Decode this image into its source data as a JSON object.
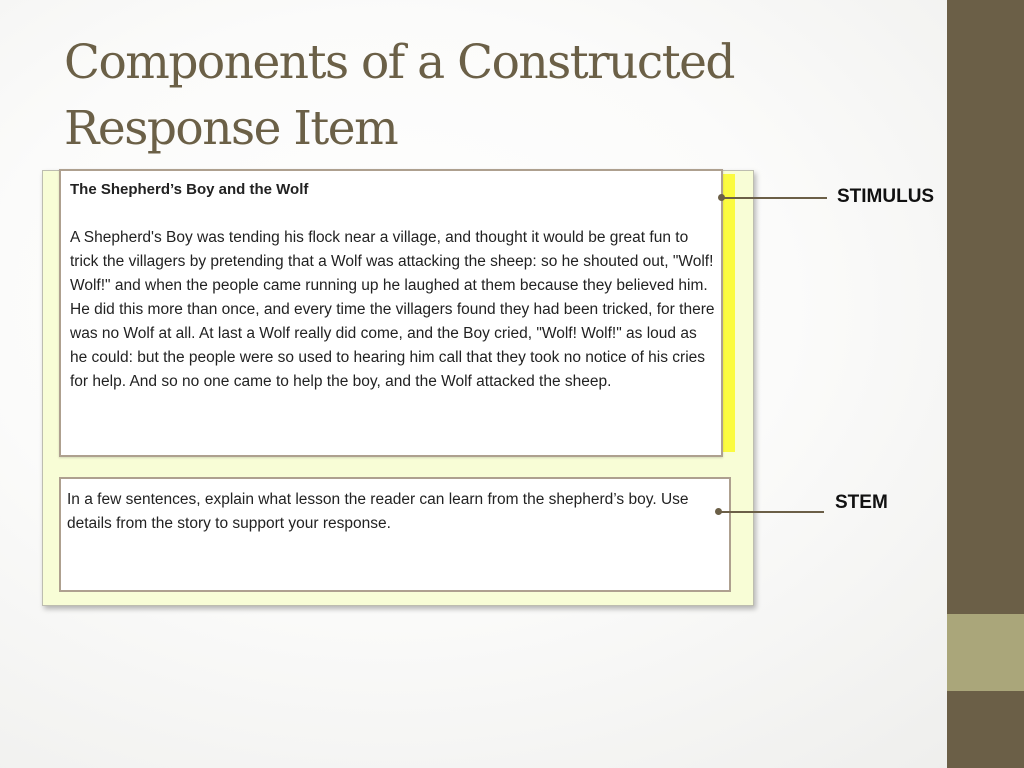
{
  "slide": {
    "title": "Components of a Constructed Response Item"
  },
  "stimulus": {
    "title": "The Shepherd’s Boy and the Wolf",
    "text": "A Shepherd's Boy was tending his flock near a village, and thought it would be great fun to trick the villagers by pretending that a Wolf was attacking the sheep: so he shouted out, \"Wolf! Wolf!\" and when the people came running up he laughed at them because they believed him. He did this more than once, and every time the villagers found they had been tricked, for there was no Wolf at all. At last a Wolf really did come, and the Boy cried, \"Wolf! Wolf!\" as loud as he could: but the people were so used to hearing him call that they took no notice of his cries for help. And so no one came to help the boy, and the Wolf attacked the sheep."
  },
  "stem": {
    "text": "In a few sentences, explain what lesson the reader can learn from the shepherd’s boy. Use details from the story to support your response."
  },
  "callouts": {
    "stimulus_label": "STIMULUS",
    "stem_label": "STEM"
  },
  "colors": {
    "title_text": "#6b6047",
    "side_bar": "#6b5f47",
    "side_accent": "#aaa67a",
    "panel_background": "#f8fdd6",
    "highlight": "#fbfb3f",
    "box_border": "#aea08f"
  }
}
